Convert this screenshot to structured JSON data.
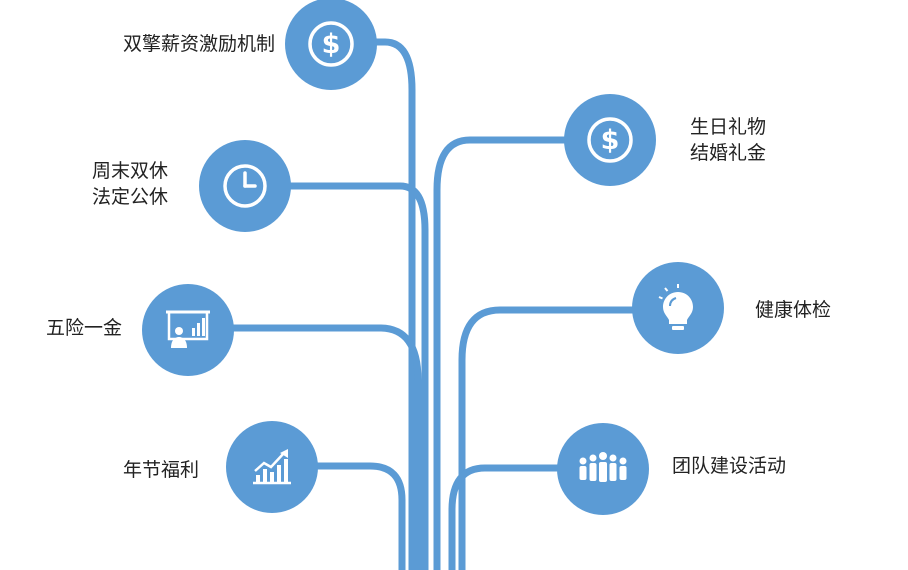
{
  "colors": {
    "branch": "#5b9bd5",
    "node": "#5b9bd5",
    "icon": "#ffffff",
    "text": "#222222"
  },
  "benefits": [
    {
      "id": "salary",
      "icon": "dollar-icon",
      "lines": [
        "双擎薪资激励机制"
      ]
    },
    {
      "id": "birthday",
      "icon": "dollar-icon",
      "lines": [
        "生日礼物",
        "结婚礼金"
      ]
    },
    {
      "id": "weekend",
      "icon": "clock-icon",
      "lines": [
        "周末双休",
        "法定公休"
      ]
    },
    {
      "id": "health",
      "icon": "lightbulb-icon",
      "lines": [
        "健康体检"
      ]
    },
    {
      "id": "insurance",
      "icon": "presentation-icon",
      "lines": [
        "五险一金"
      ]
    },
    {
      "id": "festival",
      "icon": "growth-chart-icon",
      "lines": [
        "年节福利"
      ]
    },
    {
      "id": "team",
      "icon": "people-group-icon",
      "lines": [
        "团队建设活动"
      ]
    }
  ]
}
